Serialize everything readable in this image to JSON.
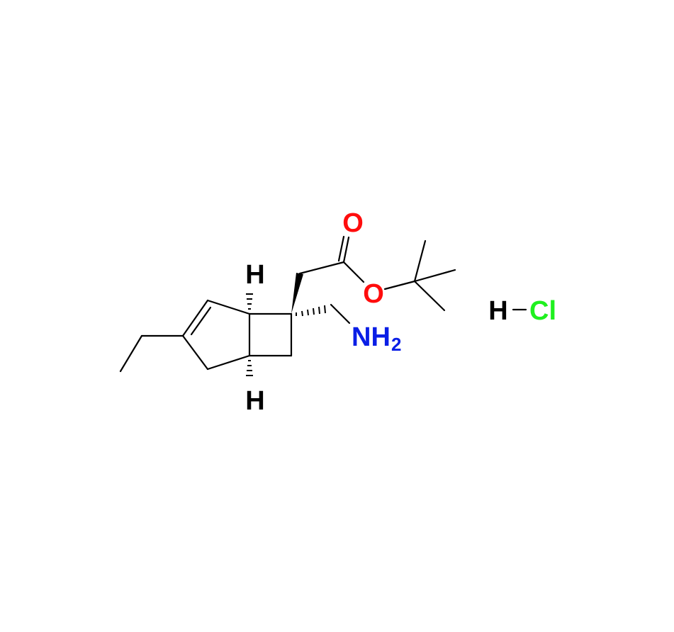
{
  "molecule": {
    "atoms": {
      "oxygen_carbonyl": {
        "label": "O",
        "color": "#ff0d0d"
      },
      "oxygen_ester": {
        "label": "O",
        "color": "#ff0d0d"
      },
      "amine": {
        "label": "NH",
        "subscript": "2",
        "color": "#0a1ee6"
      },
      "stereo_h_top": {
        "label": "H",
        "color": "#000000"
      },
      "stereo_h_bottom": {
        "label": "H",
        "color": "#000000"
      }
    },
    "salt": {
      "hydrogen": {
        "label": "H",
        "color": "#000000"
      },
      "chlorine": {
        "label": "Cl",
        "color": "#1ff01f"
      }
    }
  }
}
